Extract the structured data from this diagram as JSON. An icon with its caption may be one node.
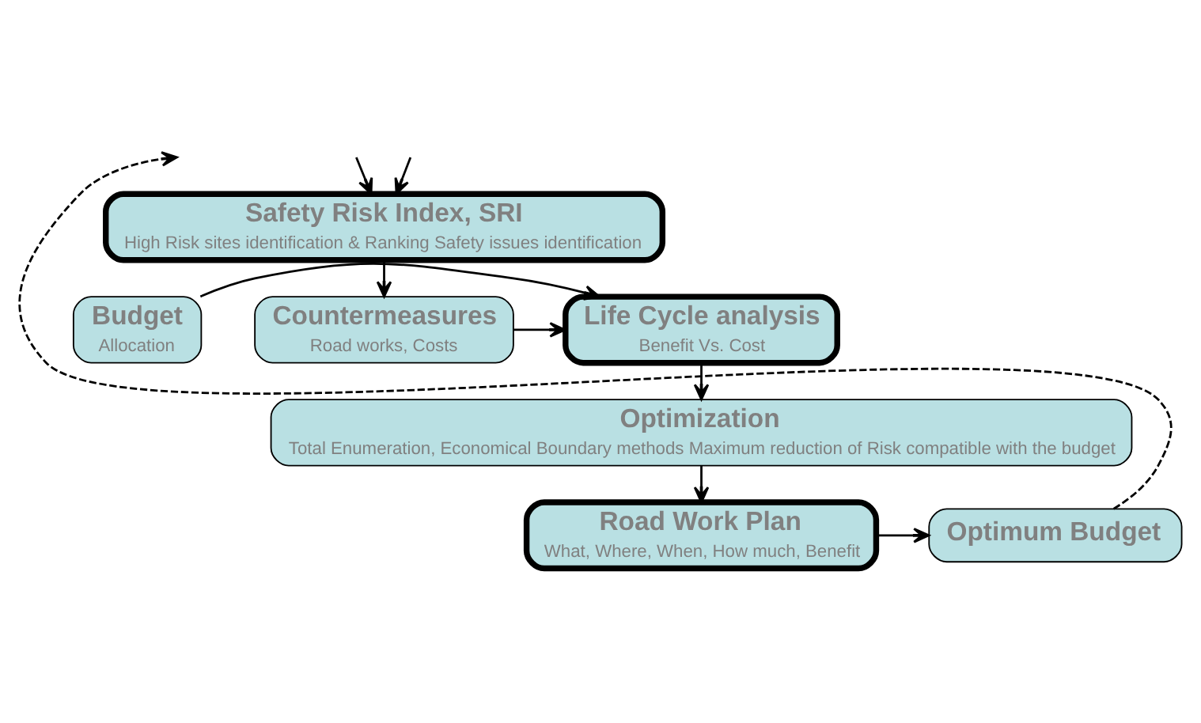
{
  "diagram": {
    "nodes": [
      {
        "text": [
          "Safety Risk Index, SRI",
          "High Risk sites identification & Ranking Safety issues identification"
        ]
      },
      {
        "text": [
          "Countermeasures",
          "Road works, Costs"
        ]
      },
      {
        "text": [
          "Budget",
          "Allocation"
        ]
      },
      {
        "text": [
          "Life Cycle analysis",
          "Benefit Vs. Cost"
        ]
      },
      {
        "text": [
          "Optimization",
          "Total Enumeration, Economical Boundary methods Maximum reduction of Risk compatible with the budget"
        ]
      },
      {
        "text": [
          "Road Work Plan",
          "What, Where, When, How much, Benefit"
        ]
      },
      {
        "text": [
          "Optimum Budget"
        ]
      }
    ],
    "edges": [
      {
        "from": null,
        "to": 0,
        "arrow": "to"
      },
      {
        "from": null,
        "to": 0,
        "arrow": "to"
      },
      {
        "from": 0,
        "to": 1,
        "arrow": "to"
      },
      {
        "from": 1,
        "to": 3,
        "arrow": "to"
      },
      {
        "from": 2,
        "to": 3,
        "arrow": "to"
      },
      {
        "from": 3,
        "to": 4,
        "arrow": "to"
      },
      {
        "from": 4,
        "to": 5,
        "arrow": "to"
      },
      {
        "from": 5,
        "to": 6,
        "arrow": "to"
      },
      {
        "from": 6,
        "to": null,
        "arrow": "to",
        "style": "dashed"
      }
    ]
  }
}
